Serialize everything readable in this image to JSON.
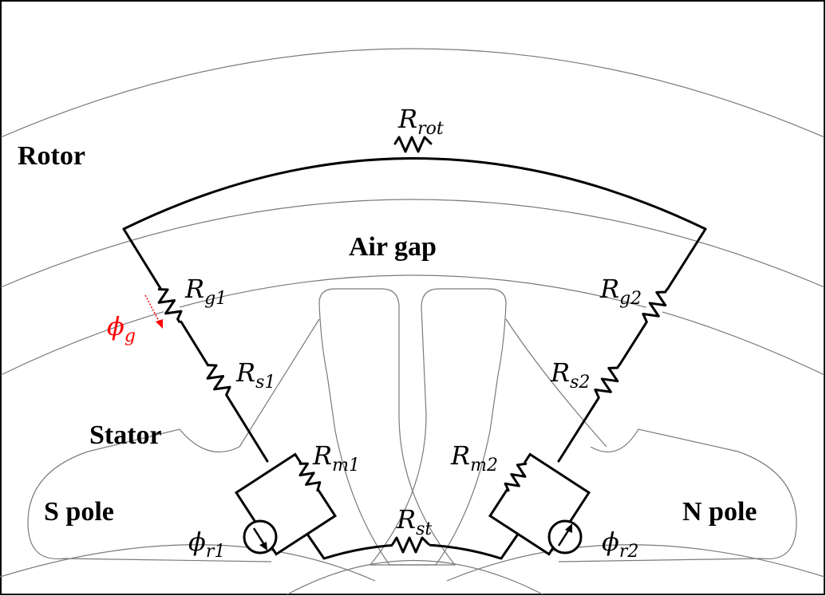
{
  "regions": {
    "rotor": "Rotor",
    "air_gap": "Air gap",
    "stator": "Stator",
    "s_pole": "S pole",
    "n_pole": "N pole"
  },
  "symbols": {
    "r_rot": {
      "main": "R",
      "sub": "rot"
    },
    "r_g1": {
      "main": "R",
      "sub": "g1"
    },
    "r_g2": {
      "main": "R",
      "sub": "g2"
    },
    "r_s1": {
      "main": "R",
      "sub": "s1"
    },
    "r_s2": {
      "main": "R",
      "sub": "s2"
    },
    "r_m1": {
      "main": "R",
      "sub": "m1"
    },
    "r_m2": {
      "main": "R",
      "sub": "m2"
    },
    "r_st": {
      "main": "R",
      "sub": "st"
    },
    "phi_g": {
      "main": "ϕ",
      "sub": "g"
    },
    "phi_r1": {
      "main": "ϕ",
      "sub": "r1"
    },
    "phi_r2": {
      "main": "ϕ",
      "sub": "r2"
    }
  },
  "colors": {
    "wire": "#000000",
    "outline": "#7a7a7a",
    "flux_annotation": "#ff0000"
  }
}
